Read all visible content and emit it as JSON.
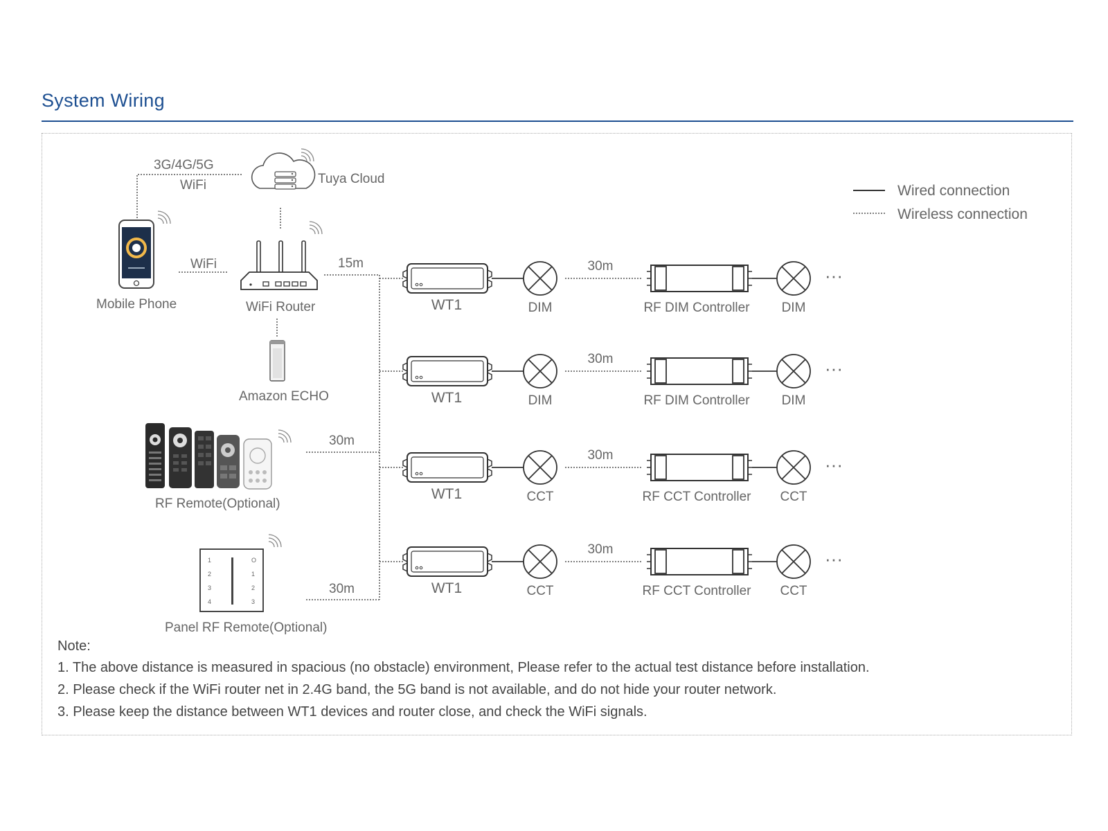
{
  "header": {
    "title": "System Wiring"
  },
  "legend": {
    "wired": "Wired connection",
    "wireless": "Wireless connection"
  },
  "labels": {
    "cellular": "3G/4G/5G",
    "wifi_top": "WiFi",
    "tuya_cloud": "Tuya Cloud",
    "mobile_phone": "Mobile Phone",
    "wifi_mid": "WiFi",
    "wifi_router": "WiFi Router",
    "router_distance": "15m",
    "amazon_echo": "Amazon ECHO",
    "rf_remote": "RF Remote(Optional)",
    "rf_remote_distance": "30m",
    "panel_remote": "Panel RF Remote(Optional)",
    "panel_remote_distance": "30m",
    "panel_left_keys": [
      "1",
      "2",
      "3",
      "4"
    ],
    "panel_right_keys": [
      "O",
      "1",
      "2",
      "3"
    ]
  },
  "rows": [
    {
      "device": "WT1",
      "lamp1": "DIM",
      "distance": "30m",
      "controller": "RF DIM Controller",
      "lamp2": "DIM",
      "more": "···"
    },
    {
      "device": "WT1",
      "lamp1": "DIM",
      "distance": "30m",
      "controller": "RF DIM Controller",
      "lamp2": "DIM",
      "more": "···"
    },
    {
      "device": "WT1",
      "lamp1": "CCT",
      "distance": "30m",
      "controller": "RF CCT Controller",
      "lamp2": "CCT",
      "more": "···"
    },
    {
      "device": "WT1",
      "lamp1": "CCT",
      "distance": "30m",
      "controller": "RF CCT Controller",
      "lamp2": "CCT",
      "more": "···"
    }
  ],
  "notes": {
    "title": "Note:",
    "items": [
      "1. The above distance is measured in spacious (no obstacle) environment, Please refer to the actual test distance before installation.",
      "2. Please check if the WiFi router net in 2.4G band, the 5G band is not available, and do not hide your router network.",
      "3. Please keep the distance between WT1 devices and router close, and check the WiFi signals."
    ]
  },
  "colors": {
    "accent": "#1d4f91",
    "line": "#333333",
    "text": "#666666"
  }
}
